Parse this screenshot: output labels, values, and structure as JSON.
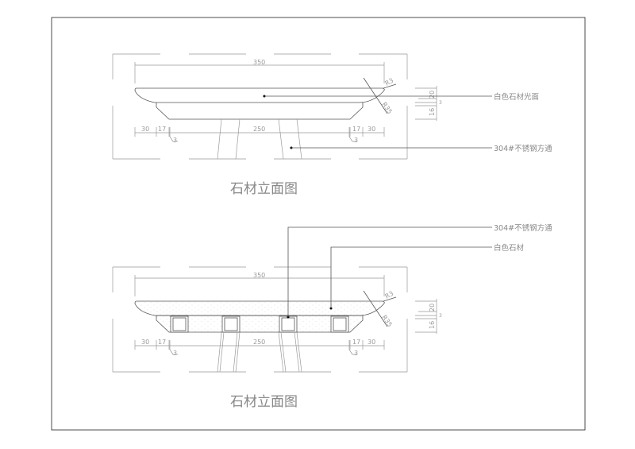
{
  "drawing_1": {
    "title": "石材立面图",
    "dim_overall": "350",
    "dim_inner": "250",
    "dim_left_outer": "30",
    "dim_left_inner": "17",
    "dim_right_inner": "17",
    "dim_right_outer": "30",
    "dim_gap_left": "3",
    "dim_gap_right": "3",
    "radius_small": "R3",
    "radius_large": "R35",
    "dim_height_top": "20",
    "dim_height_gap": "3",
    "dim_height_bottom": "16",
    "callout_stone": "白色石材光面",
    "callout_steel": "304#不锈钢方通"
  },
  "drawing_2": {
    "title": "石材立面图",
    "dim_overall": "350",
    "dim_inner": "250",
    "dim_left_outer": "30",
    "dim_left_inner": "17",
    "dim_right_inner": "17",
    "dim_right_outer": "30",
    "dim_gap_left": "3",
    "dim_gap_right": "3",
    "radius_small": "R3",
    "radius_large": "R35",
    "dim_height_top": "20",
    "dim_height_gap": "3",
    "dim_height_bottom": "16",
    "callout_steel": "304#不锈钢方通",
    "callout_stone": "白色石材"
  }
}
